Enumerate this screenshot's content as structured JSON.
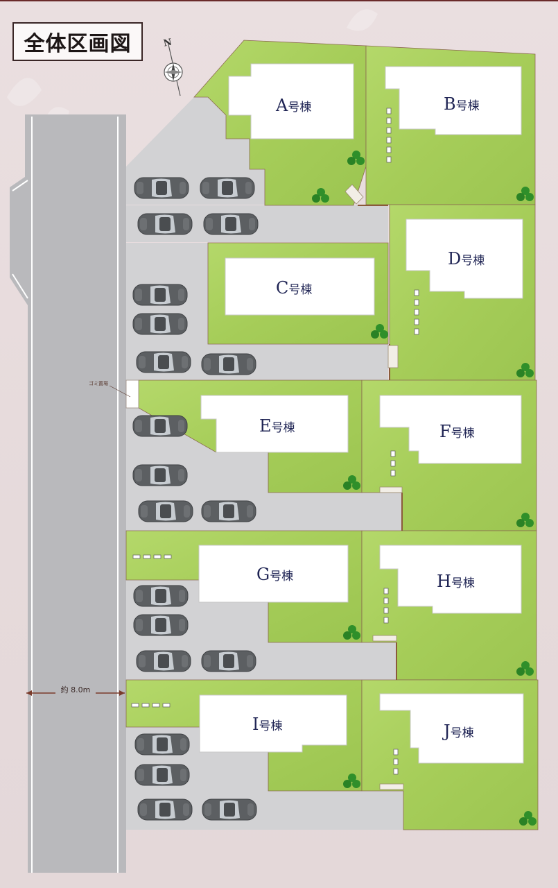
{
  "title": "全体区画図",
  "compass": {
    "north_label": "N"
  },
  "road": {
    "width_label": "約 8.0m"
  },
  "garbage": {
    "label": "ゴミ置場"
  },
  "units": [
    {
      "letter": "A",
      "suffix": "号棟"
    },
    {
      "letter": "B",
      "suffix": "号棟"
    },
    {
      "letter": "C",
      "suffix": "号棟"
    },
    {
      "letter": "D",
      "suffix": "号棟"
    },
    {
      "letter": "E",
      "suffix": "号棟"
    },
    {
      "letter": "F",
      "suffix": "号棟"
    },
    {
      "letter": "G",
      "suffix": "号棟"
    },
    {
      "letter": "H",
      "suffix": "号棟"
    },
    {
      "letter": "I",
      "suffix": "号棟"
    },
    {
      "letter": "J",
      "suffix": "号棟"
    }
  ],
  "colors": {
    "lawn": "#a9d05c",
    "paving": "#cfcfd0",
    "road": "#b8b8ba",
    "house": "#ffffff",
    "label": "#1f2454",
    "car": "#5f6265"
  }
}
